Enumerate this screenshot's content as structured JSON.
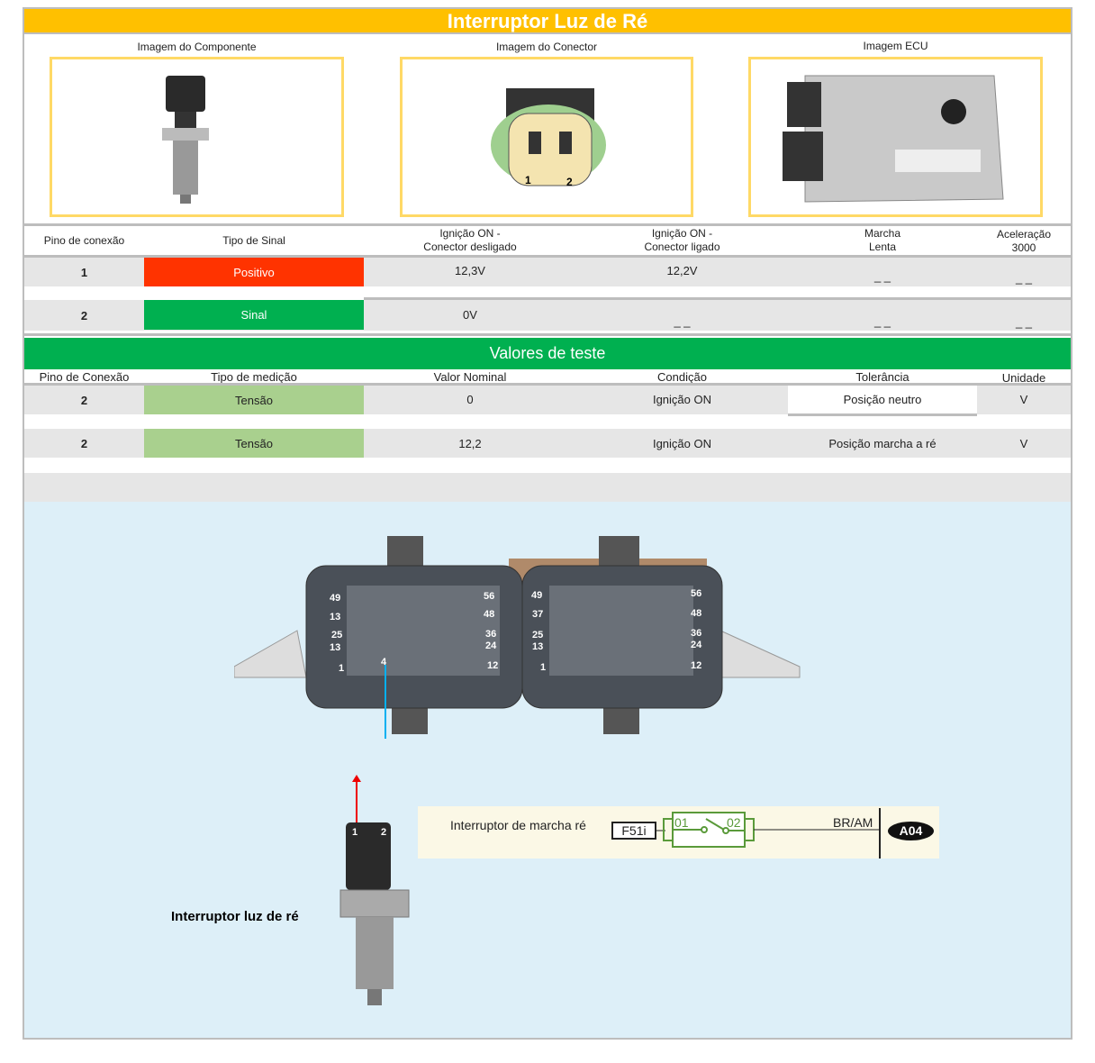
{
  "title": "Interruptor Luz de Ré",
  "images": {
    "component": "Imagem do Componente",
    "connector": "Imagem do Conector",
    "ecu": "Imagem ECU"
  },
  "connector_pins": [
    "1",
    "2"
  ],
  "signal_table": {
    "headers": [
      "Pino de conexão",
      "Tipo de Sinal",
      "Ignição ON -\nConector desligado",
      "Ignição ON -\nConector ligado",
      "Marcha\nLenta",
      "Aceleração\n3000"
    ],
    "rows": [
      {
        "pin": "1",
        "type": "Positivo",
        "type_color": "#ff3300",
        "off": "12,3V",
        "on": "12,2V",
        "idle": "_ _",
        "accel": "_ _"
      },
      {
        "pin": "2",
        "type": "Sinal",
        "type_color": "#00b050",
        "off": "0V",
        "on": "_ _",
        "idle": "_ _",
        "accel": "_ _"
      }
    ]
  },
  "test_section": "Valores de teste",
  "test_table": {
    "headers": [
      "Pino de Conexão",
      "Tipo de medição",
      "Valor Nominal",
      "Condição",
      "Tolerância",
      "Unidade"
    ],
    "rows": [
      {
        "pin": "2",
        "type": "Tensão",
        "nominal": "0",
        "condition": "Ignição ON",
        "tolerance": "Posição neutro",
        "unit": "V"
      },
      {
        "pin": "2",
        "type": "Tensão",
        "nominal": "12,2",
        "condition": "Ignição ON",
        "tolerance": "Posição marcha a ré",
        "unit": "V"
      }
    ]
  },
  "diagram": {
    "ecu_left_pins_left": [
      "49",
      "13",
      "25",
      "13",
      "1"
    ],
    "ecu_left_pins_right": [
      "56",
      "48",
      "36",
      "24",
      "12"
    ],
    "ecu_left_pin_marked": "4",
    "ecu_right_pins_left": [
      "49",
      "37",
      "25",
      "13",
      "1"
    ],
    "ecu_right_pins_right": [
      "56",
      "48",
      "36",
      "24",
      "12"
    ],
    "switch_pins": [
      "1",
      "2"
    ],
    "component_label": "Interruptor luz de ré",
    "schematic": {
      "label": "Interruptor de marcha ré",
      "ref": "F51i",
      "pin1": "01",
      "pin2": "02",
      "wire": "BR/AM",
      "ecu_pin": "A04"
    }
  }
}
